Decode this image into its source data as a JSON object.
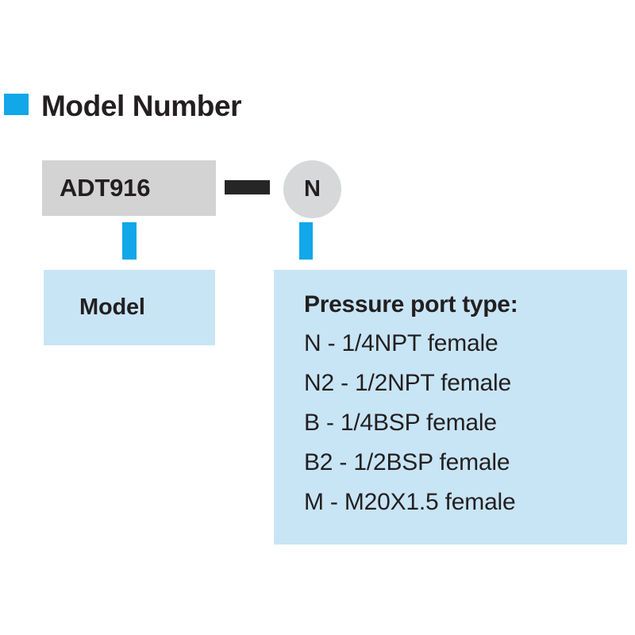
{
  "page": {
    "background_color": "#ffffff",
    "accent_color": "#11A7E8",
    "callout_color": "#c8e5f6",
    "chip_color": "#d3d3d4",
    "dash_color": "#262626",
    "text_color": "#231f20"
  },
  "header": {
    "bullet_icon": "square-bullet-icon",
    "title": "Model Number"
  },
  "code": {
    "model_chip": {
      "label": "ADT916"
    },
    "separator": {
      "icon": "dash-icon",
      "label": "-"
    },
    "port_chip": {
      "label": "N"
    }
  },
  "connectors": [
    {
      "name": "model-connector"
    },
    {
      "name": "port-connector"
    }
  ],
  "callouts": {
    "model": {
      "label": "Model"
    },
    "port": {
      "title": "Pressure port type:",
      "options": [
        "N - 1/4NPT female",
        "N2 - 1/2NPT female",
        "B - 1/4BSP female",
        "B2 - 1/2BSP female",
        "M - M20X1.5 female"
      ]
    }
  }
}
